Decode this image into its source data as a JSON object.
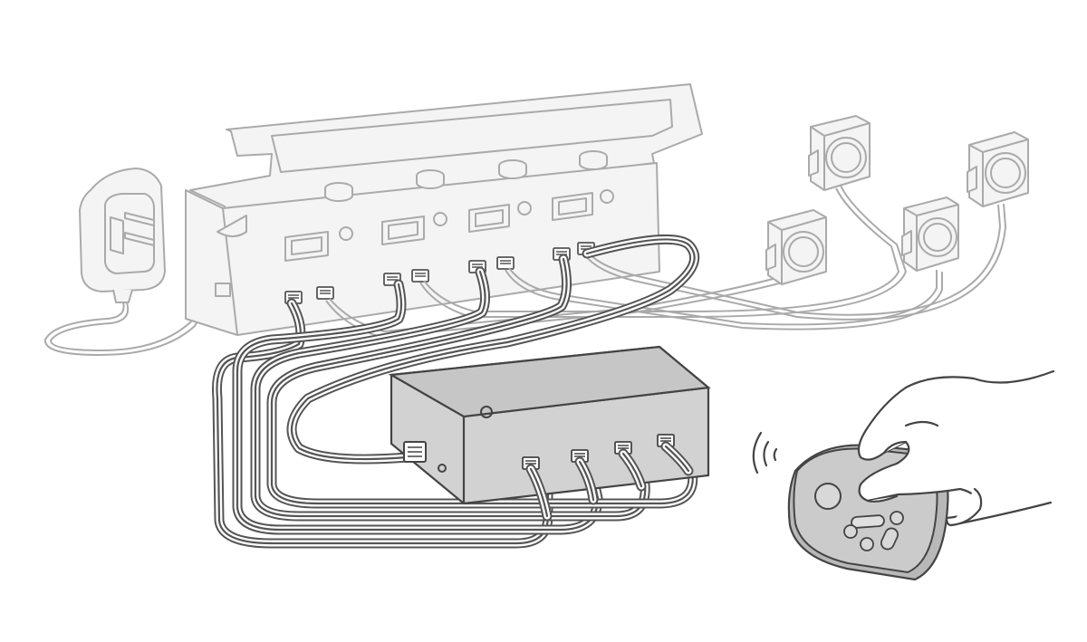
{
  "diagram": {
    "components": [
      {
        "id": "power-adapter",
        "icon": "wall-plug-adapter-icon"
      },
      {
        "id": "control-box",
        "icon": "lidded-module-rack-icon",
        "module_count": 4
      },
      {
        "id": "hub",
        "icon": "connector-hub-icon",
        "port_count": 5
      },
      {
        "id": "speakers",
        "icon": "speaker-cube-icon",
        "count": 4
      },
      {
        "id": "remote",
        "icon": "wireless-remote-icon"
      },
      {
        "id": "hand",
        "icon": "hand-icon"
      },
      {
        "id": "signal",
        "icon": "wireless-signal-icon"
      }
    ],
    "connections": [
      {
        "from": "power-adapter",
        "to": "control-box",
        "kind": "power-cable"
      },
      {
        "from": "control-box",
        "to": "hub",
        "kind": "ribbon-cable"
      },
      {
        "from": "hub",
        "to": "control-box",
        "kind": "ribbon-cable",
        "count": 4
      },
      {
        "from": "control-box",
        "to": "speakers",
        "kind": "speaker-cable",
        "count": 4
      },
      {
        "from": "remote",
        "to": "hub",
        "kind": "wireless-signal"
      }
    ]
  },
  "colors": {
    "background": "#ffffff",
    "outline": "#555555",
    "faded_outline": "#aaaaaa",
    "faded_fill": "#f4f4f4",
    "hub_fill": "#d2d2d2",
    "remote_fill": "#c9c9c9",
    "hand_fill": "#ffffff"
  }
}
